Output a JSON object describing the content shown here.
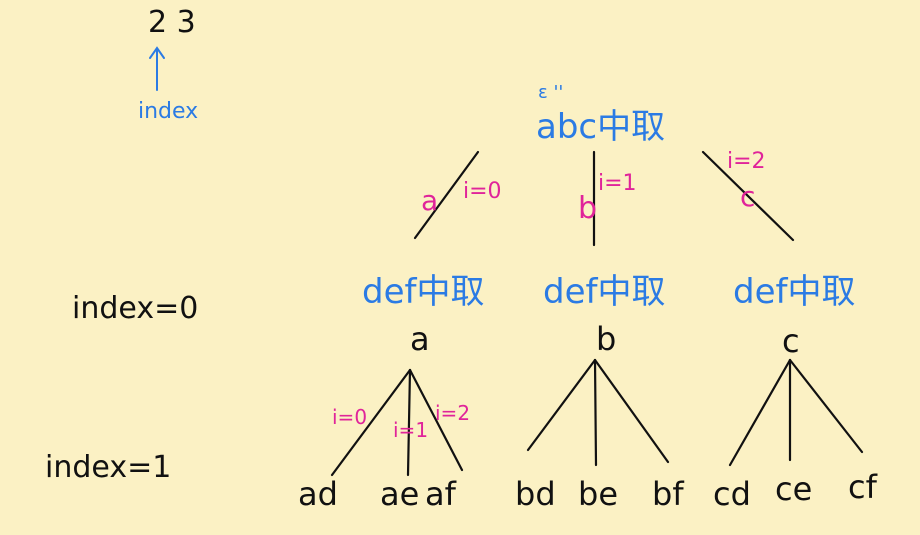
{
  "top_digits": "2 3",
  "top_index_label": "index",
  "root": {
    "marks": "ε  '' ",
    "label": "abc中取"
  },
  "branches": [
    {
      "letter": "a",
      "i_label": "i=0"
    },
    {
      "letter": "b",
      "i_label": "i=1"
    },
    {
      "letter": "c",
      "i_label": "i=2"
    }
  ],
  "level1": {
    "row_label": "index=0",
    "nodes": [
      {
        "pick_label": "def中取",
        "node": "a"
      },
      {
        "pick_label": "def中取",
        "node": "b"
      },
      {
        "pick_label": "def中取",
        "node": "c"
      }
    ]
  },
  "level2": {
    "row_label": "index=1",
    "edge_labels": [
      "i=0",
      "i=1",
      "i=2"
    ],
    "leaves": [
      "ad",
      "ae",
      "af",
      "bd",
      "be",
      "bf",
      "cd",
      "ce",
      "cf"
    ]
  },
  "colors": {
    "background": "#FBF1C4",
    "ink": "#111111",
    "blue": "#2B7BE4",
    "pink": "#E0249A"
  }
}
